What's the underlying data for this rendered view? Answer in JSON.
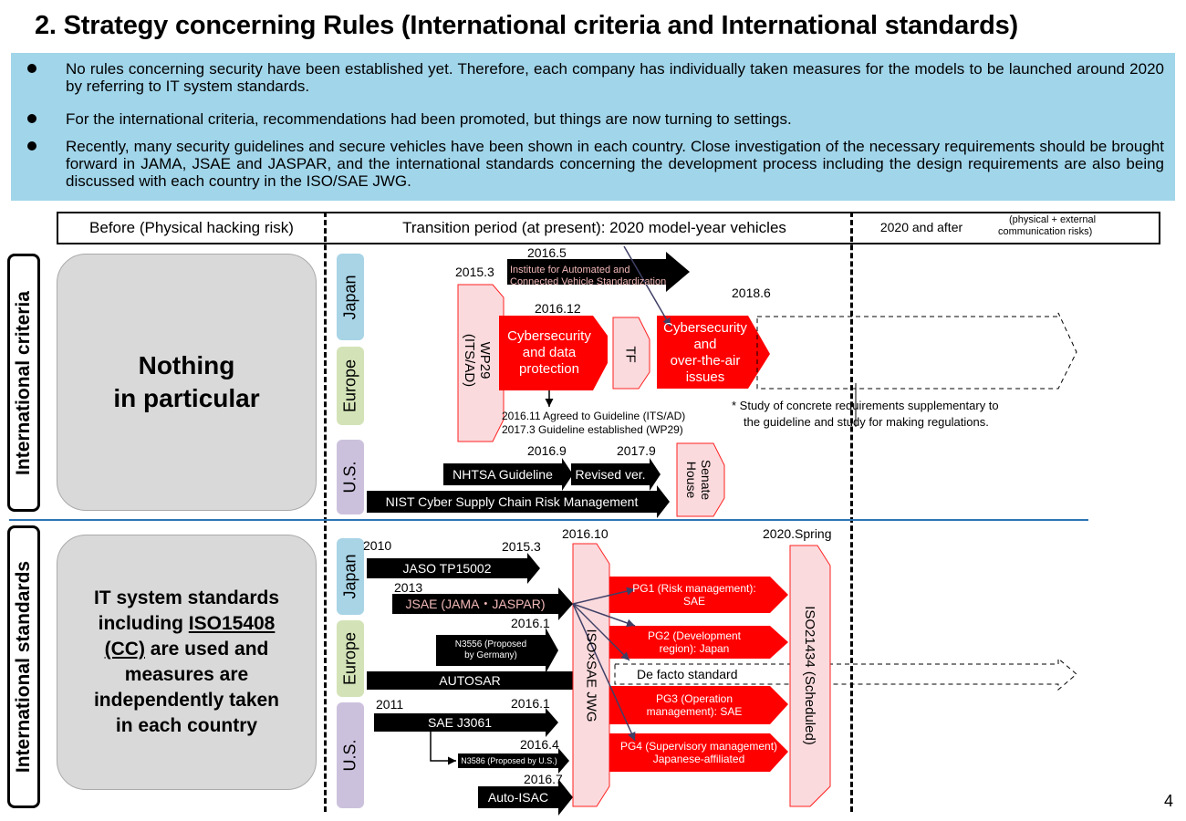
{
  "title": "2. Strategy concerning Rules (International criteria and International standards)",
  "bullets": [
    "No rules concerning security have been established yet. Therefore, each company has individually taken measures for the models to be launched around 2020 by referring to IT system standards.",
    "For the international criteria, recommendations had been promoted, but things are now turning to settings.",
    "Recently, many security guidelines and secure vehicles have been shown in each country. Close investigation of the necessary requirements should be brought forward in JAMA, JSAE and JASPAR, and the international standards concerning the development process including the design requirements are also being discussed with each country in the ISO/SAE JWG."
  ],
  "phases": {
    "before": "Before (Physical hacking risk)",
    "transition": "Transition period (at present): 2020 model-year vehicles",
    "after": "2020 and after",
    "after_note_1": "(physical + external",
    "after_note_2": "communication risks)"
  },
  "sections": {
    "criteria": "International criteria",
    "standards": "International standards"
  },
  "regions": {
    "japan": "Japan",
    "europe": "Europe",
    "us": "U.S."
  },
  "criteria_box": {
    "line1": "Nothing",
    "line2": "in particular"
  },
  "standards_box": {
    "line1": "IT system standards",
    "line2_a": "including ",
    "line2_b": "ISO15408",
    "line3_a": "(CC)",
    "line3_b": " are used and",
    "line4": "measures are",
    "line5": "independently taken",
    "line6": "in each country"
  },
  "criteria_items": {
    "d_2016_5": "2016.5",
    "iacvs_1": "Institute for Automated and",
    "iacvs_2": "Connected Vehicle Standardization",
    "d_2015_3": "2015.3",
    "wp29_1": "WP29",
    "wp29_2": "(ITS/AD)",
    "d_2016_12": "2016.12",
    "cyber_dp_1": "Cybersecurity",
    "cyber_dp_2": "and data",
    "cyber_dp_3": "protection",
    "tf": "TF",
    "d_2018_6": "2018.6",
    "cyber_ota_1": "Cybersecurity",
    "cyber_ota_2": "and",
    "cyber_ota_3": "over-the-air",
    "cyber_ota_4": "issues",
    "agreed": "2016.11  Agreed to Guideline (ITS/AD)",
    "established": "2017.3  Guideline established (WP29)",
    "note_1": "* Study of concrete requirements supplementary to",
    "note_2": "the guideline and study for making regulations.",
    "d_2016_9": "2016.9",
    "d_2017_9": "2017.9",
    "nhtsa": "NHTSA Guideline",
    "revised": "Revised ver.",
    "senate_1": "Senate",
    "senate_2": "House",
    "nist": "NIST Cyber Supply Chain Risk Management"
  },
  "standards_items": {
    "d_2010": "2010",
    "d_2015_3": "2015.3",
    "d_2016_10": "2016.10",
    "d_2020_spring": "2020.Spring",
    "jaso": "JASO   TP15002",
    "d_2013": "2013",
    "jsae": "JSAE (JAMA・JASPAR)",
    "d_2016_1a": "2016.1",
    "n3556_1": "N3556 (Proposed",
    "n3556_2": "by Germany)",
    "autosar": "AUTOSAR",
    "d_2011": "2011",
    "d_2016_1b": "2016.1",
    "saej3061": "SAE   J3061",
    "d_2016_4": "2016.4",
    "n3586": "N3586 (Proposed by U.S.)",
    "d_2016_7": "2016.7",
    "autoisac": "Auto-ISAC",
    "jwg": "ISO×SAE JWG",
    "pg1_1": "PG1 (Risk management):",
    "pg1_2": "SAE",
    "pg2_1": "PG2 (Development",
    "pg2_2": "region): Japan",
    "defacto": "De facto standard",
    "pg3_1": "PG3 (Operation",
    "pg3_2": "management): SAE",
    "pg4_1": "PG4 (Supervisory management)",
    "pg4_2": "Japanese-affiliated",
    "iso21434": "ISO21434 (Scheduled)"
  },
  "page_number": "4",
  "colors": {
    "banner": "#a1d5ea",
    "red": "#ff0000",
    "pink": "#fadadd",
    "pink_border": "#ff2020",
    "black": "#000000",
    "divider": "#2e75b6"
  }
}
